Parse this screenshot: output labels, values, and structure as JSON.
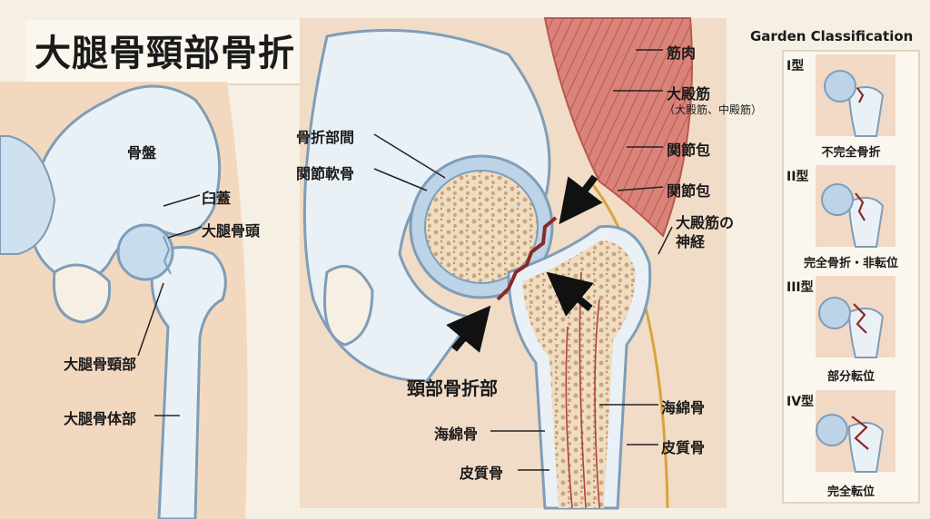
{
  "title": "大腿骨頸部骨折",
  "left_labels": {
    "pelvis": "骨盤",
    "acetabulum": "臼蓋",
    "femoral_head": "大腿骨頭",
    "femoral_neck": "大腿骨頸部",
    "femoral_shaft": "大腿骨体部"
  },
  "center_labels": {
    "fracture_gap": "骨折部間",
    "cartilage": "関節軟骨",
    "neck_fracture": "頸部骨折部",
    "cancellous_left": "海綿骨",
    "cortical_left": "皮質骨"
  },
  "right_labels": {
    "muscle": "筋肉",
    "gluteus": "大殿筋",
    "gluteus_sub": "（大殿筋、中殿筋）",
    "capsule1": "関節包",
    "capsule2": "関節包",
    "nerve_line1": "大殿筋の",
    "nerve_line2": "神経",
    "cancellous_right": "海綿骨",
    "cortical_right": "皮質骨"
  },
  "garden": {
    "heading": "Garden Classification",
    "types": [
      {
        "type": "I型",
        "label": "不完全骨折"
      },
      {
        "type": "II型",
        "label": "完全骨折・非転位"
      },
      {
        "type": "III型",
        "label": "部分転位"
      },
      {
        "type": "IV型",
        "label": "完全転位"
      }
    ]
  },
  "colors": {
    "background": "#f6efe3",
    "bone": "#e9f1f7",
    "bone_outline": "#7f9db6",
    "cancellous": "#e8d2b4",
    "muscle": "#d9827a",
    "fracture": "#8b2a22",
    "skin": "#f3d8c0"
  }
}
